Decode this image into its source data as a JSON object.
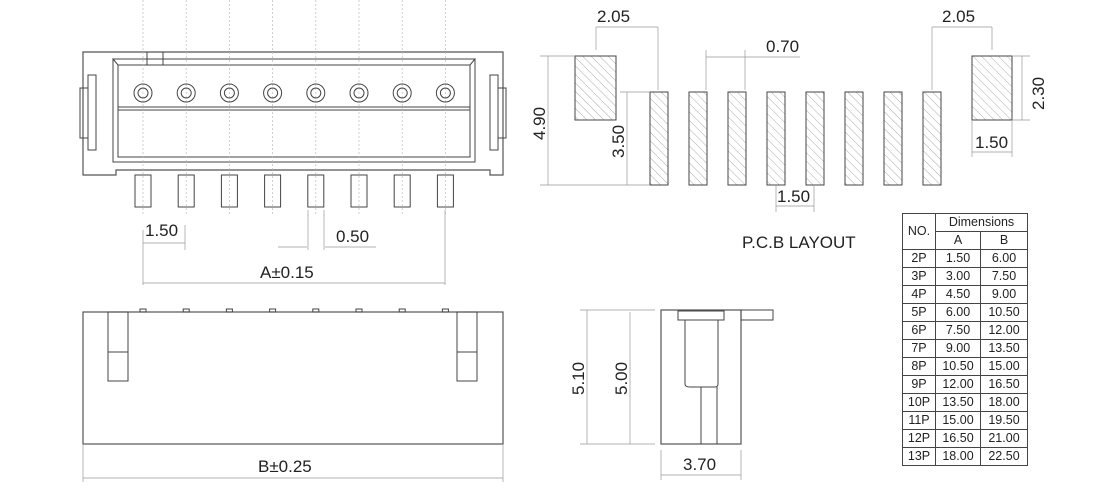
{
  "front_view": {
    "pin_count": 8,
    "dim_pitch": "1.50",
    "dim_pin_width": "0.50",
    "dim_a": "A±0.15"
  },
  "bottom_view": {
    "dim_b": "B±0.25"
  },
  "side_view": {
    "dim_total_height": "5.10",
    "dim_body_height": "5.00",
    "dim_depth": "3.70"
  },
  "pcb_layout": {
    "title": "P.C.B LAYOUT",
    "dim_left_offset": "2.05",
    "dim_pad_width": "0.70",
    "dim_right_offset": "2.05",
    "dim_total_height": "4.90",
    "dim_pad_height": "3.50",
    "dim_pitch": "1.50",
    "dim_mount_height": "2.30",
    "dim_mount_width": "1.50",
    "pad_count": 8
  },
  "table": {
    "header_no": "NO.",
    "header_dimensions": "Dimensions",
    "header_a": "A",
    "header_b": "B",
    "rows": [
      {
        "no": "2P",
        "a": "1.50",
        "b": "6.00"
      },
      {
        "no": "3P",
        "a": "3.00",
        "b": "7.50"
      },
      {
        "no": "4P",
        "a": "4.50",
        "b": "9.00"
      },
      {
        "no": "5P",
        "a": "6.00",
        "b": "10.50"
      },
      {
        "no": "6P",
        "a": "7.50",
        "b": "12.00"
      },
      {
        "no": "7P",
        "a": "9.00",
        "b": "13.50"
      },
      {
        "no": "8P",
        "a": "10.50",
        "b": "15.00"
      },
      {
        "no": "9P",
        "a": "12.00",
        "b": "16.50"
      },
      {
        "no": "10P",
        "a": "13.50",
        "b": "18.00"
      },
      {
        "no": "11P",
        "a": "15.00",
        "b": "19.50"
      },
      {
        "no": "12P",
        "a": "16.50",
        "b": "21.00"
      },
      {
        "no": "13P",
        "a": "18.00",
        "b": "22.50"
      }
    ]
  }
}
